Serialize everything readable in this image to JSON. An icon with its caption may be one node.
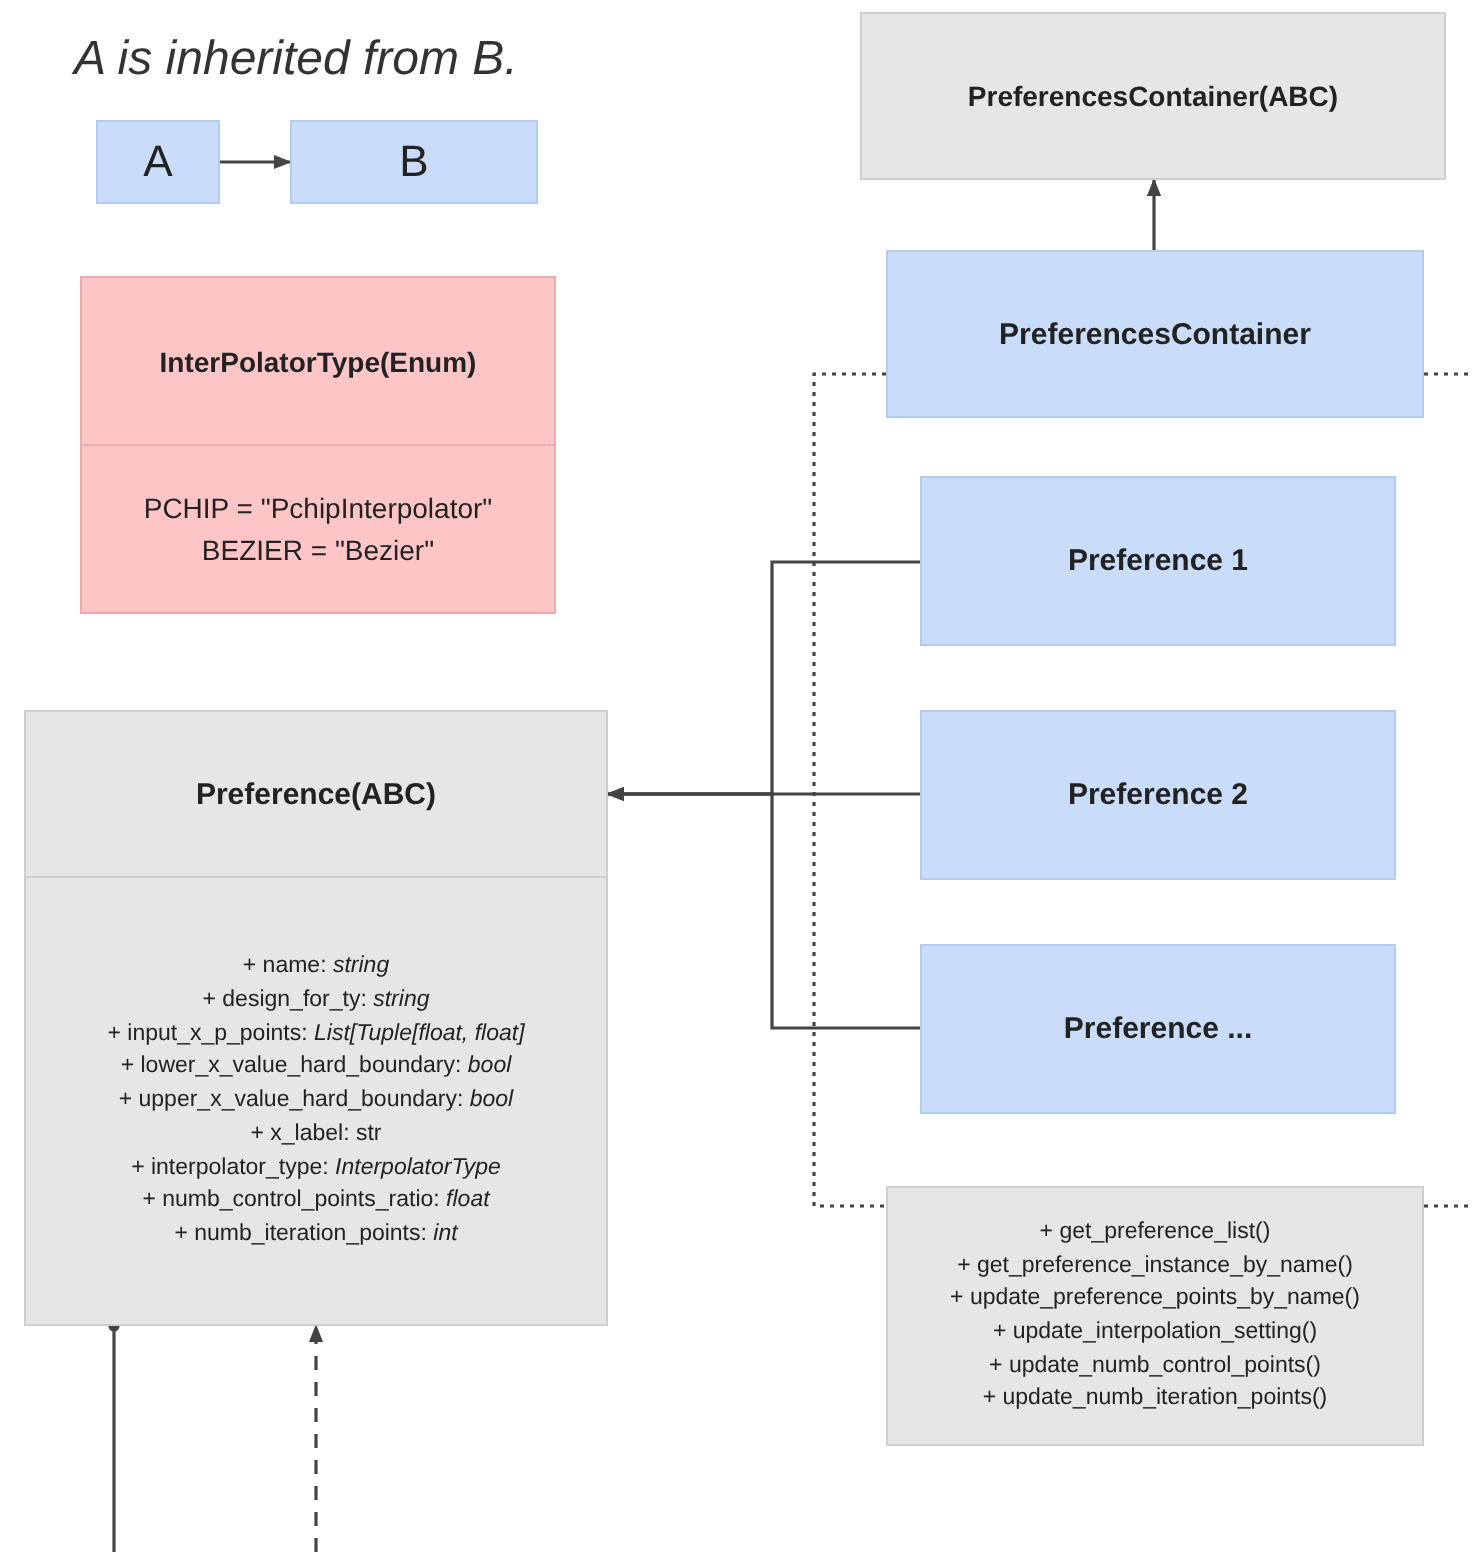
{
  "diagram": {
    "nodes": [
      {
        "text": [
          "A"
        ]
      },
      {
        "text": [
          "B"
        ]
      },
      {
        "text": [
          "InterPolatorType(Enum)",
          "PCHIP = \"PchipInterpolator\"",
          "BEZIER = \"Bezier\""
        ]
      },
      {
        "text": [
          "Preference(ABC)",
          "+ name: *string*",
          "+ design_for_ty: *string*",
          "+ input_x_p_points: *List[Tuple[float, float]*",
          "+ lower_x_value_hard_boundary: *bool*",
          "+ upper_x_value_hard_boundary: *bool*",
          "+ x_label: str",
          "+ interpolator_type: *InterpolatorType*",
          "+ numb_control_points_ratio: *float*",
          "+ numb_iteration_points: *int*"
        ]
      },
      {
        "text": [
          "PreferencesContainer(ABC)"
        ]
      },
      {
        "text": [
          "PreferencesContainer"
        ]
      },
      {
        "text": [
          "Preference 1"
        ]
      },
      {
        "text": [
          "Preference 2"
        ]
      },
      {
        "text": [
          "Preference ..."
        ]
      },
      {
        "text": [
          "+ get_preference_list()",
          "+ get_preference_instance_by_name()",
          "+ update_preference_points_by_name()",
          "+ update_interpolation_setting()",
          "+ update_numb_control_points()",
          "+ update_numb_iteration_points()"
        ]
      }
    ],
    "edges": [
      {
        "from": 0,
        "to": 1,
        "arrow": "to"
      },
      {
        "from": 5,
        "to": 4,
        "arrow": "to"
      },
      {
        "from": 6,
        "to": 3,
        "arrow": "to"
      },
      {
        "from": 7,
        "to": 3,
        "arrow": "to"
      },
      {
        "from": 8,
        "to": 3,
        "arrow": "to"
      },
      {
        "from": 5,
        "to": 9,
        "arrow": "none",
        "style": "dashed"
      },
      {
        "from": 3,
        "to": null,
        "arrow": "other"
      },
      {
        "from": null,
        "to": 3,
        "arrow": "to",
        "style": "dashed"
      }
    ],
    "labels": [
      "A is inherited from B."
    ]
  }
}
